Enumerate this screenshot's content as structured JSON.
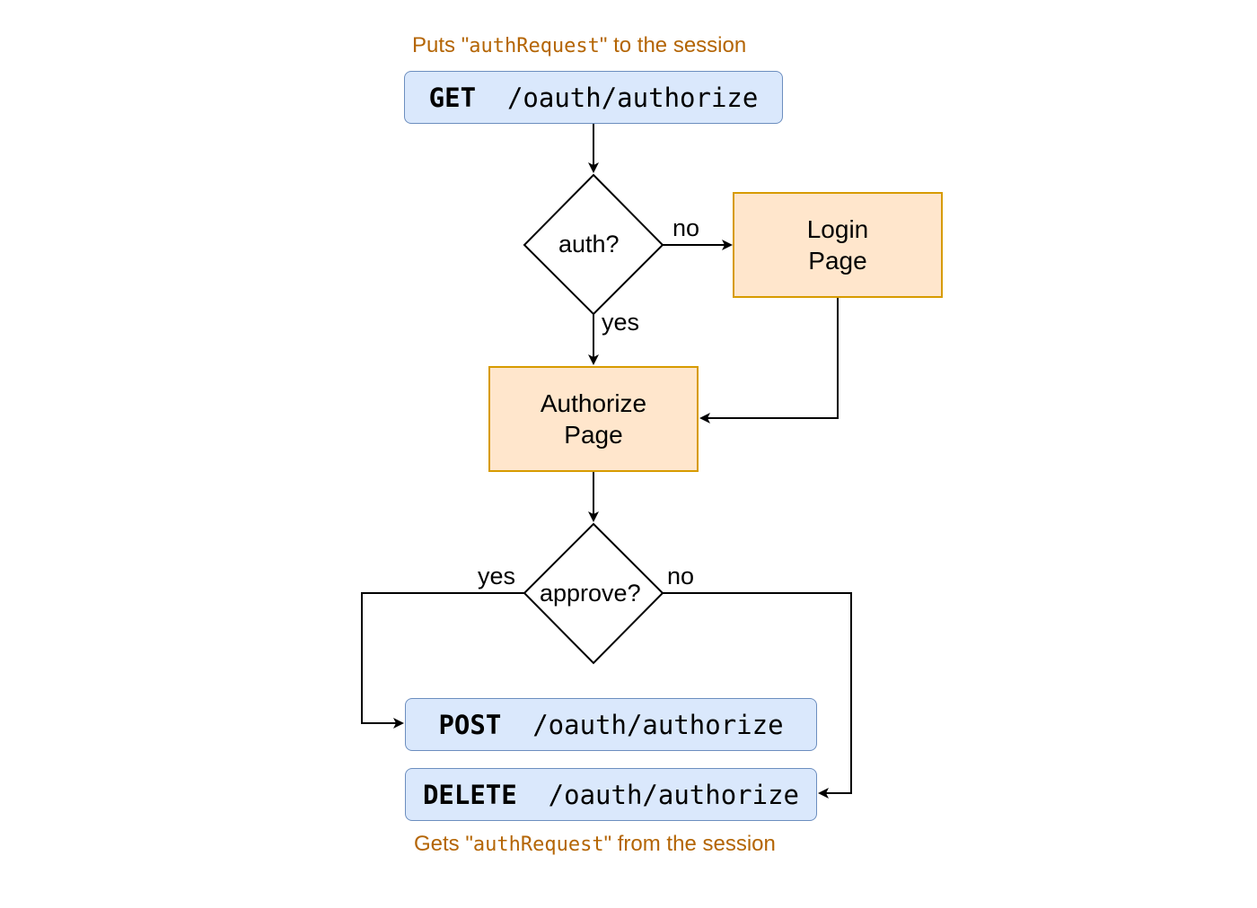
{
  "notes": {
    "top": {
      "prefix": "Puts \"",
      "code": "authRequest",
      "suffix": "\" to the session"
    },
    "bottom": {
      "prefix": "Gets \"",
      "code": "authRequest",
      "suffix": "\" from the session"
    }
  },
  "endpoints": {
    "get": {
      "method": "GET",
      "path": "/oauth/authorize"
    },
    "post": {
      "method": "POST",
      "path": "/oauth/authorize"
    },
    "delete": {
      "method": "DELETE",
      "path": "/oauth/authorize"
    }
  },
  "decisions": {
    "auth": "auth?",
    "approve": "approve?"
  },
  "pages": {
    "login": {
      "line1": "Login",
      "line2": "Page"
    },
    "authorize": {
      "line1": "Authorize",
      "line2": "Page"
    }
  },
  "edge_labels": {
    "auth_no": "no",
    "auth_yes": "yes",
    "approve_yes": "yes",
    "approve_no": "no"
  },
  "colors": {
    "endpoint_fill": "#dae8fc",
    "endpoint_stroke": "#6c8ebf",
    "page_fill": "#ffe6cc",
    "page_stroke": "#d79b00",
    "note_text": "#b46504"
  }
}
